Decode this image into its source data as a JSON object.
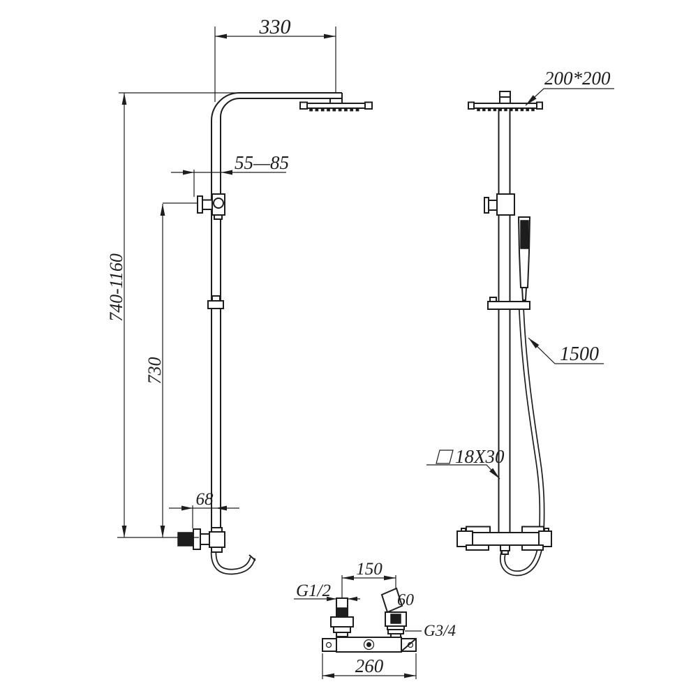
{
  "front_view": {
    "dim_head_reach": "330",
    "dim_wall_offset": "55—85",
    "dim_height_range": "740-1160",
    "dim_bracket_height": "730",
    "dim_outlet_offset": "68"
  },
  "side_view": {
    "head_size": "200*200",
    "hose_length": "1500",
    "pipe_profile": "18X30"
  },
  "valve_view": {
    "dim_outlet_spacing": "150",
    "inlet_thread": "G1/2",
    "outlet_size": "60",
    "outlet_thread": "G3/4",
    "dim_body_width": "260"
  },
  "colors": {
    "line": "#1d1d1d",
    "background": "#ffffff"
  }
}
